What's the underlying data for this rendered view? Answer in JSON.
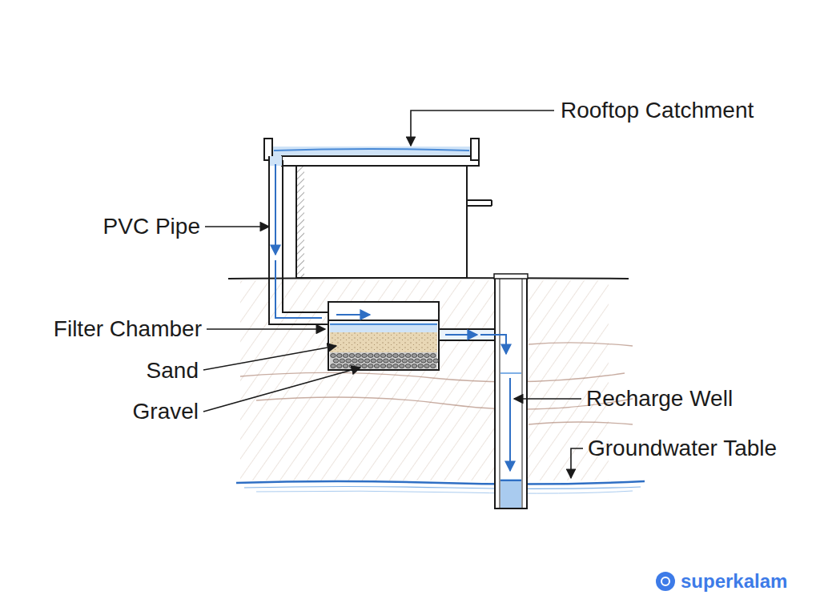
{
  "diagram": {
    "labels": [
      "Rooftop Catchment",
      "PVC Pipe",
      "Filter Chamber",
      "Sand",
      "Gravel",
      "Recharge Well",
      "Groundwater Table",
      "superkalam"
    ]
  }
}
